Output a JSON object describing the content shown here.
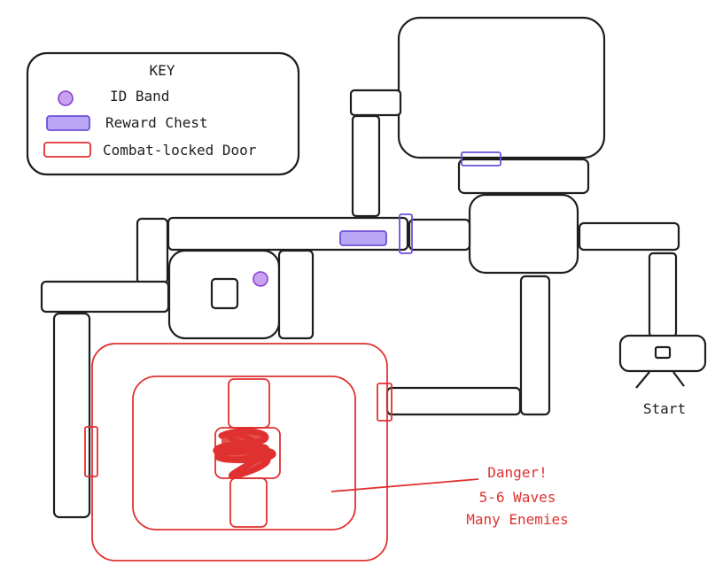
{
  "key": {
    "title": "KEY",
    "items": [
      {
        "label": "ID Band",
        "icon": "id-band-icon",
        "color": "#c7a3ef"
      },
      {
        "label": "Reward Chest",
        "icon": "reward-chest-icon",
        "color": "#b9a7f5"
      },
      {
        "label": "Combat-locked Door",
        "icon": "combat-door-icon",
        "color": "#e03131"
      }
    ]
  },
  "labels": {
    "start": "Start",
    "danger_line1": "Danger!",
    "danger_line2": "5-6 Waves",
    "danger_line3": "Many Enemies"
  },
  "colors": {
    "wall": "#1e1e1e",
    "danger": "#e03131",
    "chest": "#b9a7f5",
    "chest_stroke": "#6f4fd8",
    "band": "#c7a3ef"
  }
}
